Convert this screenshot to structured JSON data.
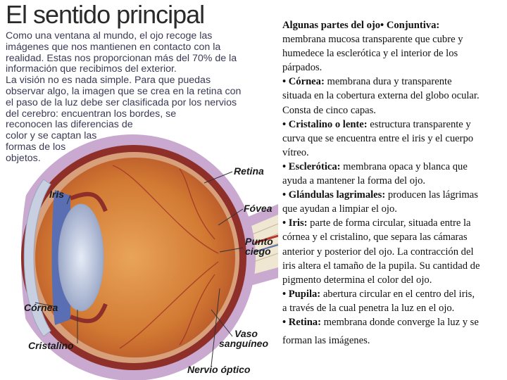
{
  "figure": {
    "title": "El sentido principal",
    "intro_lines": [
      "Como una ventana al mundo, el ojo recoge las",
      "imágenes que nos mantienen en contacto con la",
      "realidad. Estas nos proporcionan más del 70% de la",
      "información que recibimos del exterior.",
      "La visión no es nada simple. Para que puedas",
      "observar algo, la imagen que se crea en la retina con",
      "el paso de la luz debe ser clasificada por los nervios",
      "del cerebro: encuentran los bordes, se",
      "reconocen las diferencias de",
      "color y se captan las",
      "formas de los",
      "objetos."
    ],
    "labels": {
      "retina": "Retina",
      "iris": "Iris",
      "fovea": "Fóvea",
      "punto_ciego_1": "Punto",
      "punto_ciego_2": "ciego",
      "cornea": "Córnea",
      "vaso_1": "Vaso",
      "vaso_2": "sanguíneo",
      "cristalino": "Cristalino",
      "nervio": "Nervio óptico"
    }
  },
  "text": {
    "heading": "Algunas partes del ojo•",
    "lines": [
      {
        "term": "Conjuntiva:",
        "text": "",
        "bullet": false
      },
      {
        "term": "",
        "text": "membrana mucosa transparente que cubre y"
      },
      {
        "term": "",
        "text": "humedece la esclerótica y el interior de los"
      },
      {
        "term": "",
        "text": "párpados."
      },
      {
        "term": "• Córnea:",
        "text": " membrana dura y transparente"
      },
      {
        "term": "",
        "text": "situada en la cobertura externa del globo ocular."
      },
      {
        "term": "",
        "text": "Consta de cinco capas."
      },
      {
        "term": "• Cristalino o lente:",
        "text": " estructura transparente y"
      },
      {
        "term": "",
        "text": "curva que se encuentra entre el iris y el cuerpo"
      },
      {
        "term": "",
        "text": "vítreo."
      },
      {
        "term": "• Esclerótica:",
        "text": " membrana opaca y blanca que"
      },
      {
        "term": "",
        "text": "ayuda a mantener la forma del ojo."
      },
      {
        "term": "• Glándulas lagrimales:",
        "text": " producen las lágrimas"
      },
      {
        "term": "",
        "text": "que ayudan a limpiar el ojo."
      },
      {
        "term": "• Iris:",
        "text": " parte de forma circular, situada entre la"
      },
      {
        "term": "",
        "text": "córnea y el cristalino, que separa las cámaras"
      },
      {
        "term": "",
        "text": "anterior y posterior del ojo. La contracción del"
      },
      {
        "term": "",
        "text": "iris altera el tamaño de la pupila. Su cantidad de"
      },
      {
        "term": "",
        "text": "pigmento determina el color del ojo."
      },
      {
        "term": "• Pupila:",
        "text": " abertura circular en el centro del iris,"
      },
      {
        "term": "",
        "text": "a través de la cual penetra la luz en el ojo."
      },
      {
        "term": "• Retina:",
        "text": " membrana donde converge la luz y se"
      },
      {
        "term": "",
        "text": "forman las imágenes."
      }
    ]
  },
  "colors": {
    "sclera": "#c9a9cf",
    "choroid": "#8e2f2a",
    "retina": "#d8a07a",
    "vitreous": "#d9843c",
    "lens": "#b9c6de",
    "cornea": "#c8cfe0",
    "nerve": "#f0e7d2"
  }
}
